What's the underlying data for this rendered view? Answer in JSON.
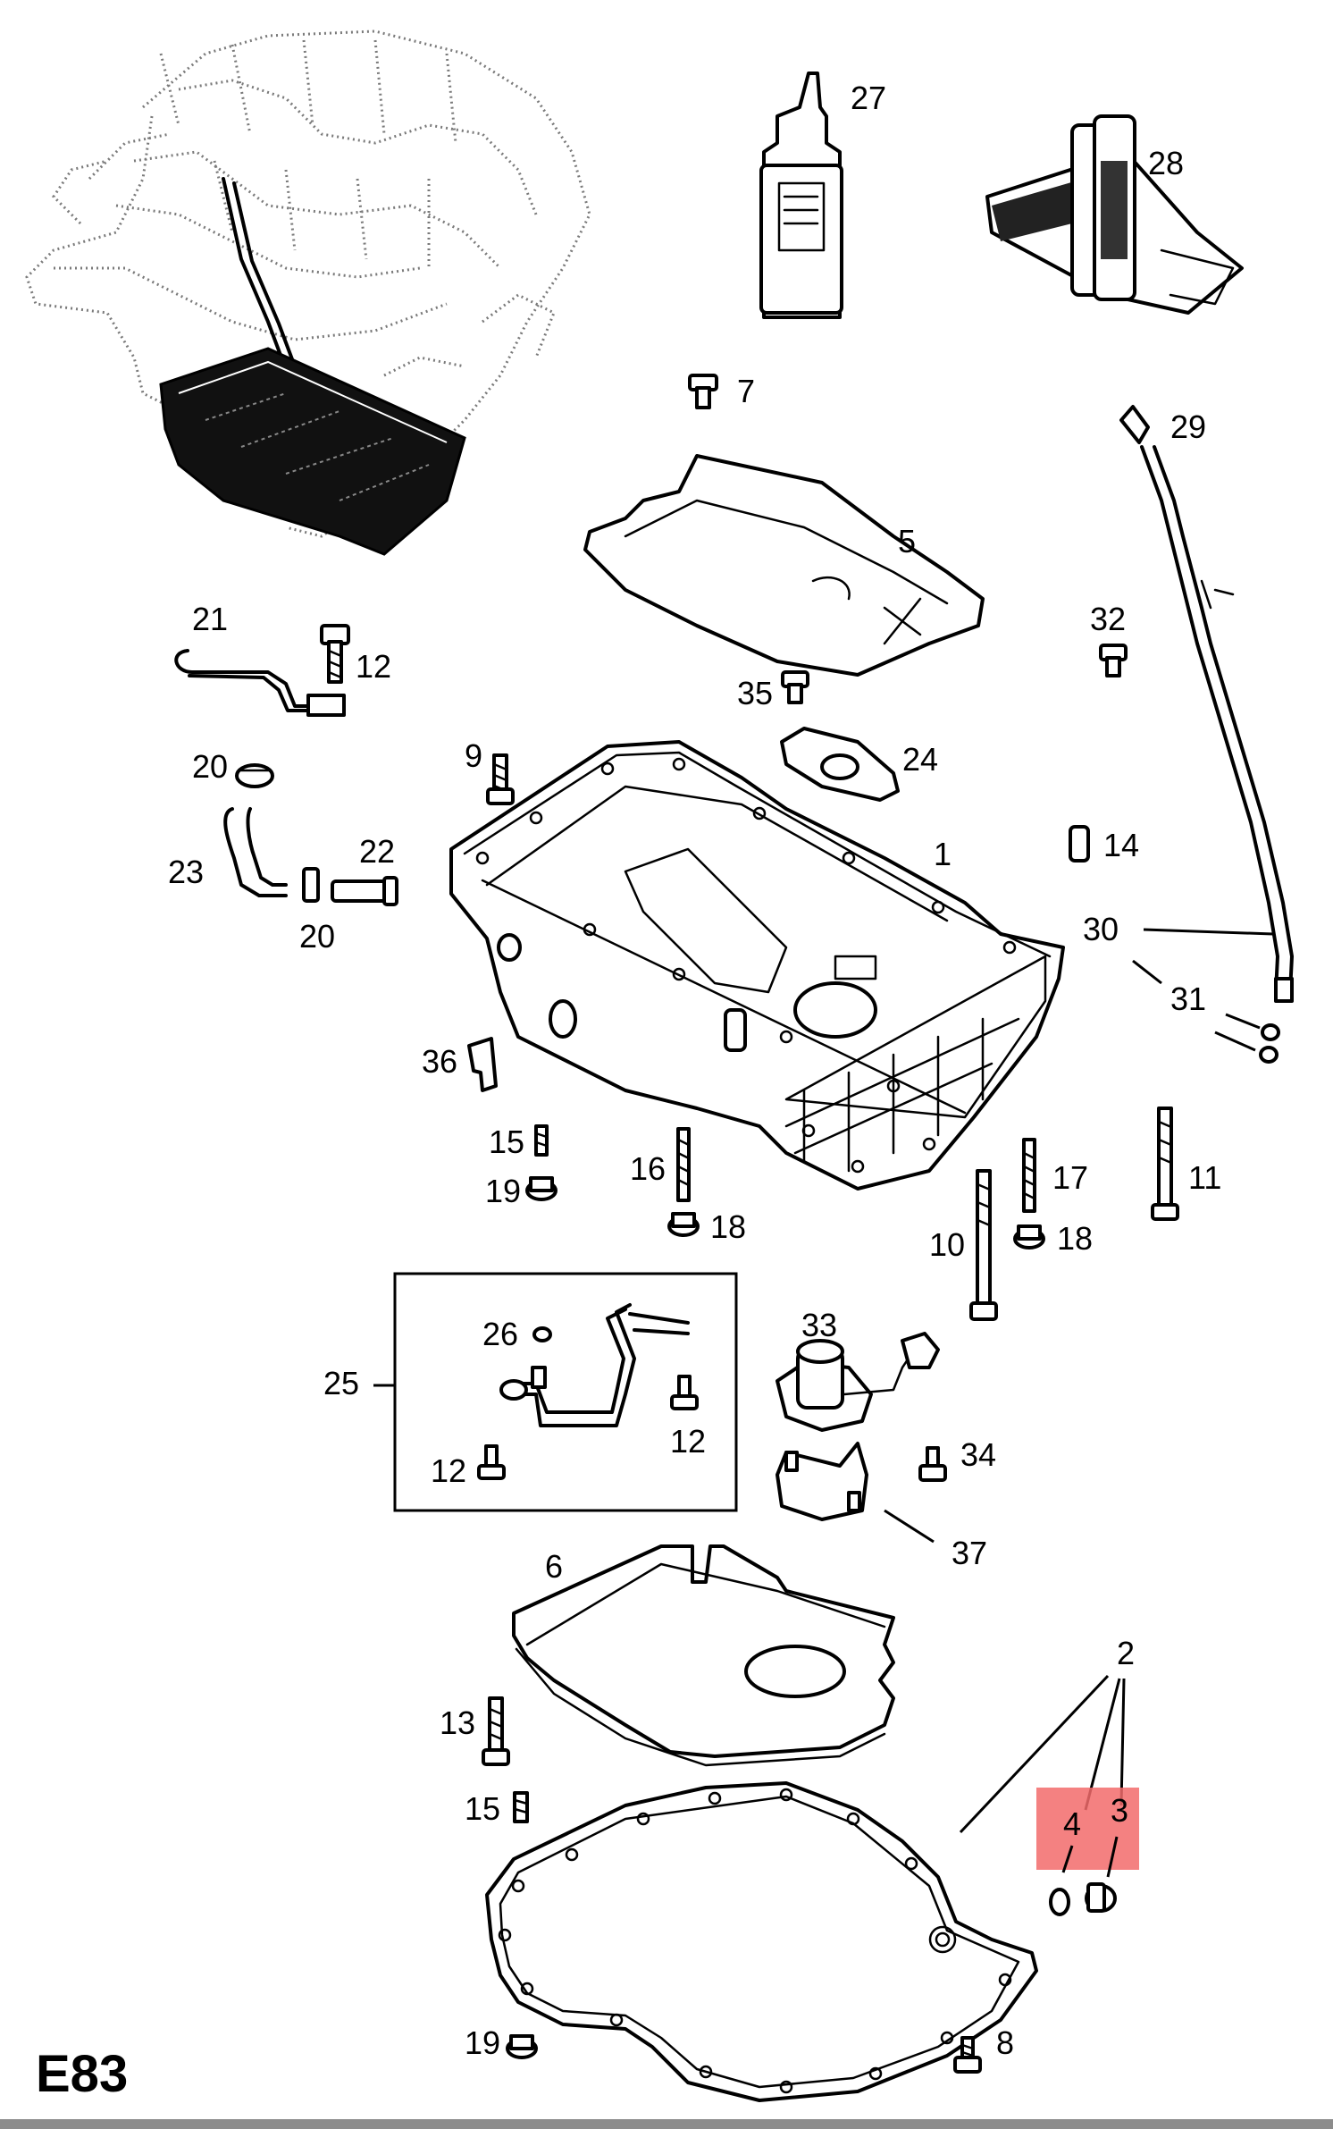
{
  "diagram_code": "E83",
  "colors": {
    "line": "#000000",
    "highlight": "#f26b6b",
    "bottom_bar": "#8c8c8c"
  },
  "highlighted_part": "4",
  "labels": {
    "l27": "27",
    "l28": "28",
    "l7": "7",
    "l29": "29",
    "l5": "5",
    "l21": "21",
    "l12a": "12",
    "l32": "32",
    "l35": "35",
    "l24": "24",
    "l9": "9",
    "l20a": "20",
    "l23": "23",
    "l22": "22",
    "l20b": "20",
    "l14": "14",
    "l1": "1",
    "l30": "30",
    "l31": "31",
    "l36": "36",
    "l15a": "15",
    "l19a": "19",
    "l16": "16",
    "l18a": "18",
    "l17": "17",
    "l11": "11",
    "l10": "10",
    "l18b": "18",
    "l26": "26",
    "l25": "25",
    "l12b": "12",
    "l12c": "12",
    "l33": "33",
    "l34": "34",
    "l37": "37",
    "l6": "6",
    "l2": "2",
    "l13": "13",
    "l15b": "15",
    "l4": "4",
    "l3": "3",
    "l19b": "19",
    "l8": "8"
  }
}
